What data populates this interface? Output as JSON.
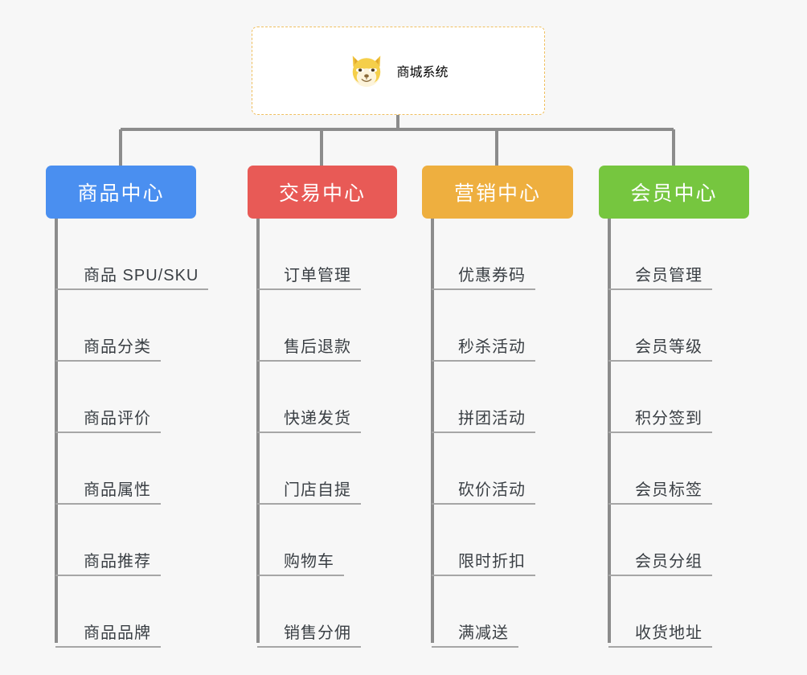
{
  "diagram": {
    "type": "organization-tree",
    "background_color": "#f7f7f7",
    "root": {
      "title": "商城系统",
      "icon": "shiba-dog-icon",
      "text_color": "#f0ab33",
      "border_color": "#f0c060",
      "background_color": "#ffffff"
    },
    "connector_color": "#8c8c8c",
    "leaf_line_color": "#a6a6a6",
    "categories": [
      {
        "label": "商品中心",
        "color": "#4a8ff0",
        "items": [
          "商品 SPU/SKU",
          "商品分类",
          "商品评价",
          "商品属性",
          "商品推荐",
          "商品品牌"
        ]
      },
      {
        "label": "交易中心",
        "color": "#e85a56",
        "items": [
          "订单管理",
          "售后退款",
          "快递发货",
          "门店自提",
          "购物车",
          "销售分佣"
        ]
      },
      {
        "label": "营销中心",
        "color": "#eeaf3f",
        "items": [
          "优惠券码",
          "秒杀活动",
          "拼团活动",
          "砍价活动",
          "限时折扣",
          "满减送"
        ]
      },
      {
        "label": "会员中心",
        "color": "#76c63f",
        "items": [
          "会员管理",
          "会员等级",
          "积分签到",
          "会员标签",
          "会员分组",
          "收货地址"
        ]
      }
    ]
  }
}
